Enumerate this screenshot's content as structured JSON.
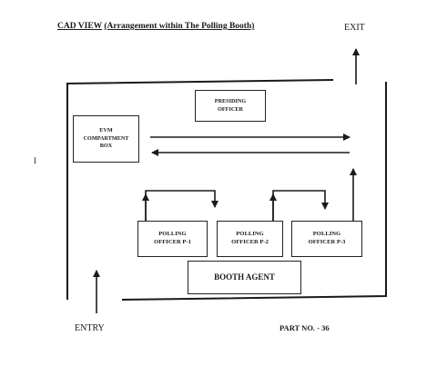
{
  "title": {
    "main": "CAD VIEW",
    "sub": "(Arrangement within The Polling Booth)"
  },
  "labels": {
    "exit": "EXIT",
    "entry": "ENTRY",
    "part_no": "PART NO. - 36",
    "side_mark": "I"
  },
  "boxes": {
    "presiding_officer": [
      "PRESIDING",
      "OFFICER"
    ],
    "evm_box": [
      "EVM",
      "COMPARTMENT",
      "BOX"
    ],
    "polling_officer_1": [
      "POLLING",
      "OFFICER P-1"
    ],
    "polling_officer_2": [
      "POLLING",
      "OFFICER P-2"
    ],
    "polling_officer_3": [
      "POLLING",
      "OFFICER P-3"
    ],
    "booth_agent": [
      "BOOTH AGENT"
    ]
  }
}
